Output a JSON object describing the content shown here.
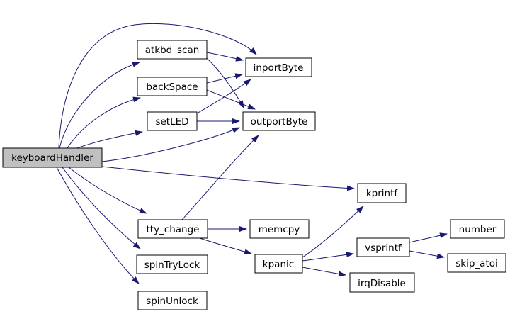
{
  "diagram": {
    "type": "call-graph",
    "background_color": "#ffffff",
    "edge_color": "#191970",
    "node_border_color": "#000000",
    "node_fill": "#ffffff",
    "current_node_fill": "#c0c0c0",
    "text_color": "#000000",
    "current_node": "keyboardHandler",
    "nodes": [
      {
        "id": "keyboardHandler",
        "label": "keyboardHandler",
        "current": true
      },
      {
        "id": "atkbd_scan",
        "label": "atkbd_scan"
      },
      {
        "id": "backSpace",
        "label": "backSpace"
      },
      {
        "id": "setLED",
        "label": "setLED"
      },
      {
        "id": "inportByte",
        "label": "inportByte"
      },
      {
        "id": "outportByte",
        "label": "outportByte"
      },
      {
        "id": "kprintf",
        "label": "kprintf"
      },
      {
        "id": "tty_change",
        "label": "tty_change"
      },
      {
        "id": "memcpy",
        "label": "memcpy"
      },
      {
        "id": "spinTryLock",
        "label": "spinTryLock"
      },
      {
        "id": "spinUnlock",
        "label": "spinUnlock"
      },
      {
        "id": "kpanic",
        "label": "kpanic"
      },
      {
        "id": "vsprintf",
        "label": "vsprintf"
      },
      {
        "id": "irqDisable",
        "label": "irqDisable"
      },
      {
        "id": "number",
        "label": "number"
      },
      {
        "id": "skip_atoi",
        "label": "skip_atoi"
      }
    ],
    "edges": [
      {
        "from": "keyboardHandler",
        "to": "atkbd_scan"
      },
      {
        "from": "keyboardHandler",
        "to": "backSpace"
      },
      {
        "from": "keyboardHandler",
        "to": "setLED"
      },
      {
        "from": "keyboardHandler",
        "to": "inportByte"
      },
      {
        "from": "keyboardHandler",
        "to": "outportByte"
      },
      {
        "from": "keyboardHandler",
        "to": "kprintf"
      },
      {
        "from": "keyboardHandler",
        "to": "tty_change"
      },
      {
        "from": "keyboardHandler",
        "to": "spinTryLock"
      },
      {
        "from": "keyboardHandler",
        "to": "spinUnlock"
      },
      {
        "from": "atkbd_scan",
        "to": "inportByte"
      },
      {
        "from": "atkbd_scan",
        "to": "outportByte"
      },
      {
        "from": "backSpace",
        "to": "inportByte"
      },
      {
        "from": "backSpace",
        "to": "outportByte"
      },
      {
        "from": "setLED",
        "to": "inportByte"
      },
      {
        "from": "setLED",
        "to": "outportByte"
      },
      {
        "from": "tty_change",
        "to": "outportByte"
      },
      {
        "from": "tty_change",
        "to": "memcpy"
      },
      {
        "from": "tty_change",
        "to": "kpanic"
      },
      {
        "from": "kpanic",
        "to": "kprintf"
      },
      {
        "from": "kpanic",
        "to": "vsprintf"
      },
      {
        "from": "kpanic",
        "to": "irqDisable"
      },
      {
        "from": "vsprintf",
        "to": "number"
      },
      {
        "from": "vsprintf",
        "to": "skip_atoi"
      }
    ]
  }
}
